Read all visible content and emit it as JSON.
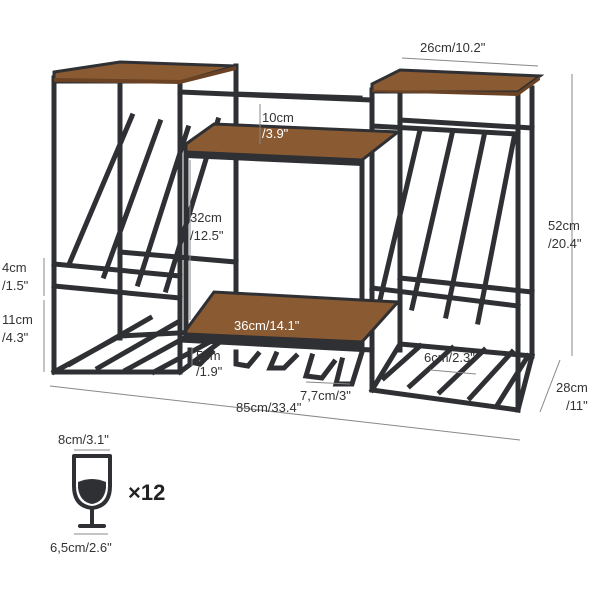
{
  "colors": {
    "frame": "#2f3033",
    "frame_light": "#4a4b4f",
    "wood": "#8a5a32",
    "wood_dark": "#6b4324",
    "dimension_line": "#888888",
    "text": "#333333"
  },
  "dimensions": {
    "top_depth": "26cm/10.2\"",
    "total_height_cm": "52cm",
    "total_height_in": "/20.4\"",
    "shelf_gap_cm": "10cm",
    "shelf_gap_in": "/3.9\"",
    "middle_height_cm": "32cm",
    "middle_height_in": "/12.5\"",
    "rail_gap_cm": "4cm",
    "rail_gap_in": "/1.5\"",
    "bottom_gap_cm": "11cm",
    "bottom_gap_in": "/4.3\"",
    "shelf_width": "36cm/14.1\"",
    "holder_gap_cm": "5cm",
    "holder_gap_in": "/1.9\"",
    "holder_pitch": "7,7cm/3\"",
    "slot_gap": "6cm/2.3\"",
    "total_width": "85cm/33.4\"",
    "depth_cm": "28cm",
    "depth_in": "/11\""
  },
  "glass": {
    "icon": "wine-glass-icon",
    "bowl_width": "8cm/3.1\"",
    "base_width": "6,5cm/2.6\"",
    "quantity": "×12"
  }
}
